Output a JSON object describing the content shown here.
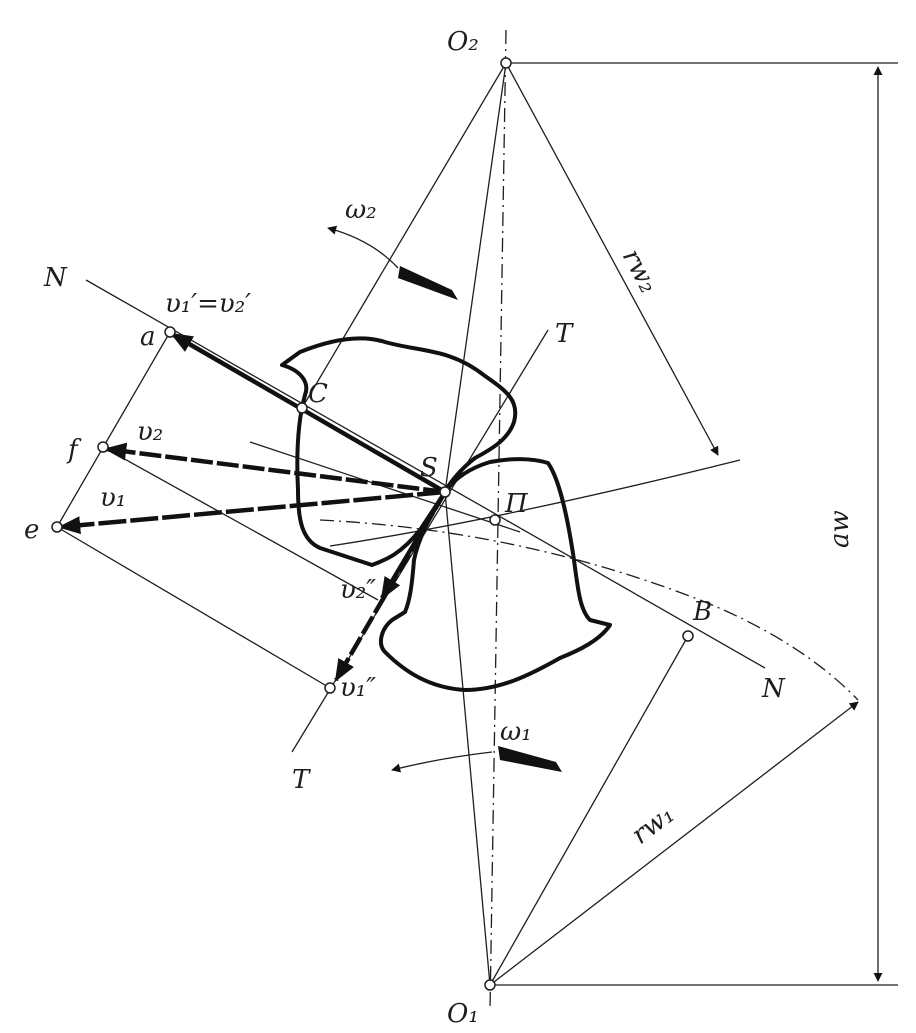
{
  "labels": {
    "O2": "O₂",
    "O1": "O₁",
    "omega2": "ω₂",
    "omega1": "ω₁",
    "N_top": "N",
    "N_bottom": "N",
    "T_top": "T",
    "T_bottom": "T",
    "a": "a",
    "f": "f",
    "e": "e",
    "C": "C",
    "S": "S",
    "P": "П",
    "B": "B",
    "v_common": "υ₁′=υ₂′",
    "v2": "υ₂",
    "v1": "υ₁",
    "v2pp": "υ₂″",
    "v1pp": "υ₁″",
    "rw2": "rw₂",
    "rw1": "rw₁",
    "aw": "aw"
  }
}
